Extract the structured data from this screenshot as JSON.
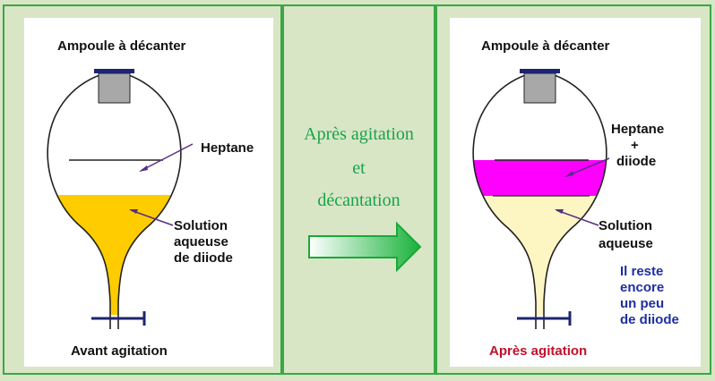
{
  "left_panel": {
    "title": "Ampoule à décanter",
    "upper_layer_label": "Heptane",
    "lower_layer_label": [
      "Solution",
      "aqueuse",
      "de diiode"
    ],
    "caption": "Avant agitation"
  },
  "middle_panel": {
    "lines": [
      "Après agitation",
      "et",
      "décantation"
    ]
  },
  "right_panel": {
    "title": "Ampoule à décanter",
    "upper_layer_label": [
      "Heptane",
      "+",
      "diiode"
    ],
    "lower_layer_label": [
      "Solution",
      "aqueuse"
    ],
    "note": [
      "Il reste",
      "encore",
      "un peu",
      "de diiode"
    ],
    "caption": "Après agitation"
  },
  "colors": {
    "frame_border": "#39a845",
    "background": "#d8e6c6",
    "left_aqueous": "#ffcc00",
    "right_organic": "#ff00ff",
    "right_aqueous": "#fdf6c3",
    "stopper": "#a8a8a8",
    "pointer": "#5a2d82",
    "middle_text": "#1aa34a",
    "note_text": "#1f2fa0",
    "right_caption": "#c0102a"
  }
}
